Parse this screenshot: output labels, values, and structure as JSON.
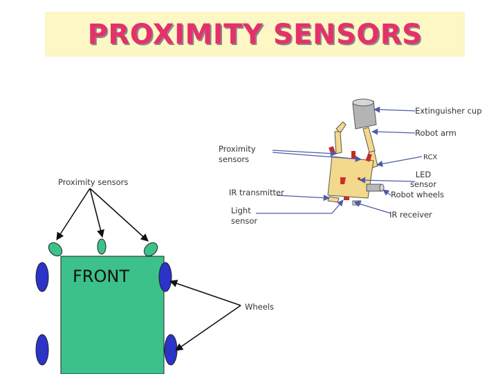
{
  "title": "PROXIMITY SENSORS",
  "robot_labels": {
    "extinguisher_cup": "Extinguisher cup",
    "robot_arm": "Robot arm",
    "proximity_sensors_line1": "Proximity",
    "proximity_sensors_line2": "sensors",
    "rcx": "RCX",
    "ir_transmitter": "IR transmitter",
    "led_sensor_line1": "LED",
    "led_sensor_line2": "sensor",
    "robot_wheels": "Robot wheels",
    "light_sensor_line1": "Light",
    "light_sensor_line2": "sensor",
    "ir_receiver": "IR receiver"
  },
  "schematic_labels": {
    "proximity_sensors": "Proximity sensors",
    "front": "FRONT",
    "wheels": "Wheels"
  },
  "colors": {
    "title_bg": "#fcf7c4",
    "title_text": "#e5306a",
    "robot_body": "#f3d98c",
    "chassis": "#3cc18a",
    "wheel": "#2b33c9",
    "proximity_sensor": "#3cc18a",
    "pointer_line": "#4d5aa8"
  }
}
